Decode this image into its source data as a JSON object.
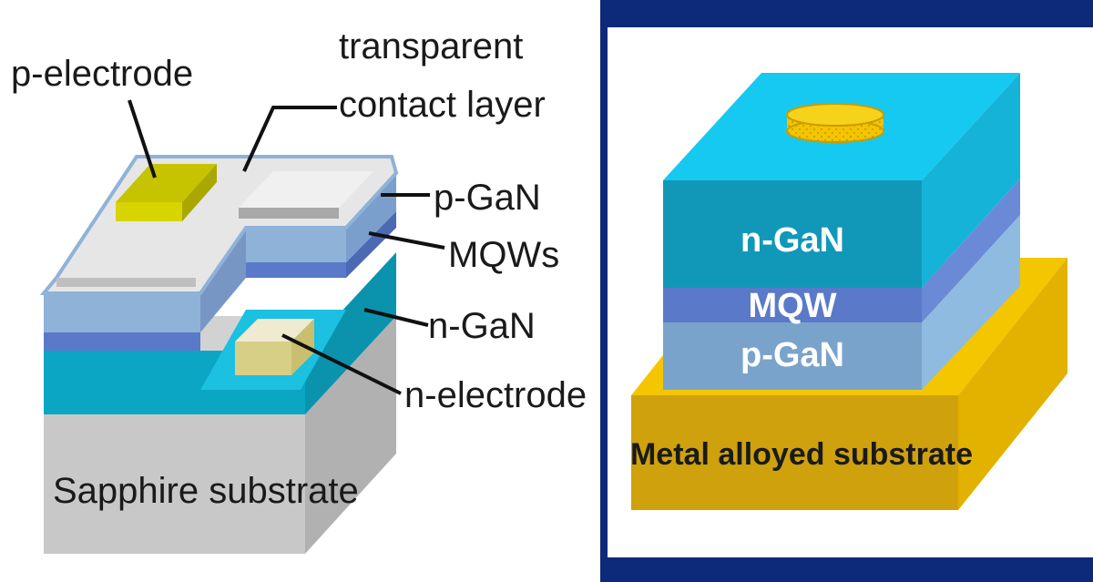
{
  "left_diagram": {
    "labels": {
      "p_electrode": "p-electrode",
      "transparent_contact_line1": "transparent",
      "transparent_contact_line2": "contact layer",
      "p_gan": "p-GaN",
      "mqws": "MQWs",
      "n_gan": "n-GaN",
      "n_electrode": "n-electrode",
      "substrate": "Sapphire substrate"
    }
  },
  "right_diagram": {
    "labels": {
      "n_gan": "n-GaN",
      "mqw": "MQW",
      "p_gan": "p-GaN",
      "substrate": "Metal alloyed substrate"
    }
  },
  "colors": {
    "panel_frame": "#0d2a7a",
    "sapphire": "#c8c8c8",
    "n_gan": "#0aa6c4",
    "mqw": "#5a79c9",
    "p_gan": "#8fb2d8",
    "contact_layer": "#e6e6e6",
    "p_electrode": "#c6c400",
    "n_electrode": "#e0d98a",
    "metal": "#f0c30a",
    "electrode_dot": "#f2c500"
  }
}
